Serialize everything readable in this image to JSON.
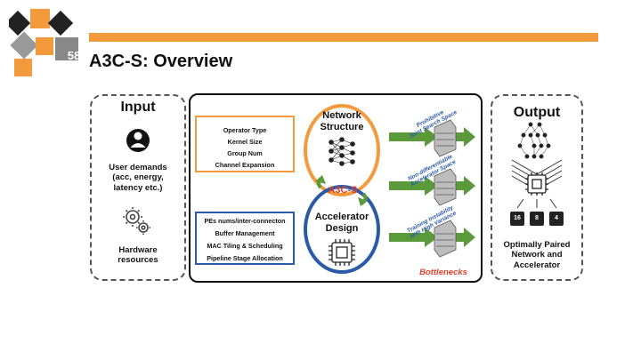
{
  "logo": {
    "text": "58"
  },
  "slide": {
    "title": "A3C-S: Overview"
  },
  "input": {
    "title": "Input",
    "user_demands": [
      "User demands",
      "(acc, energy,",
      "latency etc.)"
    ],
    "hardware": [
      "Hardware",
      "resources"
    ]
  },
  "operator_box": {
    "lines": [
      "Operator Type",
      "Kernel Size",
      "Group Num",
      "Channel Expansion"
    ]
  },
  "hardware_box": {
    "lines": [
      "PEs nums/inter-connecton",
      "Buffer Management",
      "MAC Tiling & Scheduling",
      "Pipeline Stage Allocation"
    ]
  },
  "network": {
    "label_lines": [
      "Network",
      "Structure"
    ]
  },
  "accelerator": {
    "label_lines": [
      "Accelerator",
      "Design"
    ]
  },
  "center": {
    "label": "A3C-S"
  },
  "bottlenecks": {
    "items": [
      {
        "lines": [
          "Prohibitive",
          "Joint Search Space"
        ]
      },
      {
        "lines": [
          "Non-differentiable",
          "Accelerator Space"
        ]
      },
      {
        "lines": [
          "Training Instability",
          "with High Variance"
        ]
      }
    ],
    "label": "Bottlenecks"
  },
  "output": {
    "title": "Output",
    "chips": [
      "16",
      "8",
      "4"
    ],
    "caption": [
      "Optimally Paired",
      "Network and",
      "Accelerator"
    ]
  },
  "colors": {
    "accent": "#f39a3c",
    "blue": "#2a5aa8",
    "green": "#5a9a3a",
    "red_label": "#e0402a"
  }
}
